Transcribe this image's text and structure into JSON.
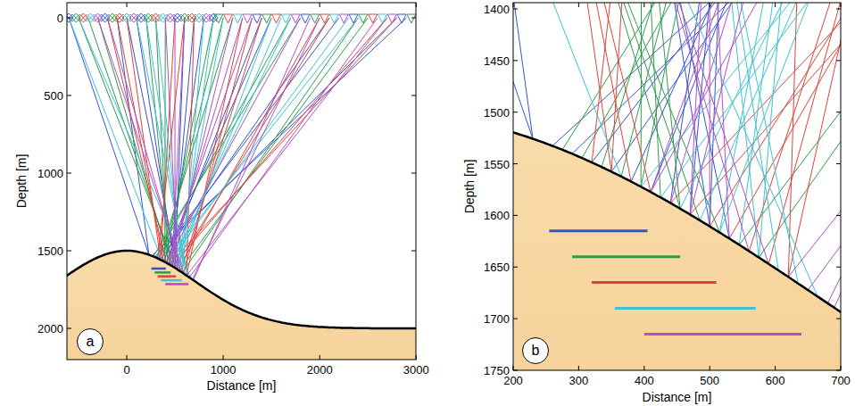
{
  "diagram": {
    "nodes": [
      {
        "text": [
          "a"
        ]
      },
      {
        "text": [
          "b"
        ]
      }
    ],
    "labels": [
      "0",
      "500",
      "1000",
      "1500",
      "2000",
      "Depth [m]",
      "0",
      "1000",
      "2000",
      "3000",
      "Distance [m]",
      "1400",
      "1450",
      "1500",
      "1550",
      "1600",
      "1650",
      "1700",
      "1750",
      "Depth [m]",
      "200",
      "300",
      "400",
      "500",
      "600",
      "700",
      "Distance [m]"
    ]
  }
}
